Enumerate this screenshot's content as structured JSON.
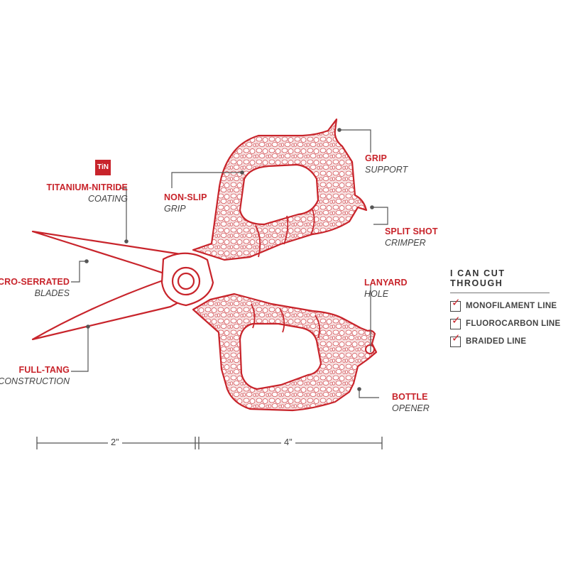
{
  "labels": {
    "tin_badge": "TiN",
    "titanium": {
      "main": "TITANIUM-NITRIDE",
      "sub": "COATING"
    },
    "micro_serrated": {
      "main": "MICRO-SERRATED",
      "sub": "BLADES"
    },
    "full_tang": {
      "main": "FULL-TANG",
      "sub": "CONSTRUCTION"
    },
    "non_slip": {
      "main": "NON-SLIP",
      "sub": "GRIP"
    },
    "grip_support": {
      "main": "GRIP",
      "sub": "SUPPORT"
    },
    "split_shot": {
      "main": "SPLIT SHOT",
      "sub": "CRIMPER"
    },
    "lanyard": {
      "main": "LANYARD",
      "sub": "HOLE"
    },
    "bottle": {
      "main": "BOTTLE",
      "sub": "OPENER"
    }
  },
  "dimensions": {
    "blade_length": "2”",
    "handle_length": "4”"
  },
  "cut_panel": {
    "title": "I CAN CUT THROUGH",
    "check_symbol": "✓",
    "items": [
      "MONOFILAMENT LINE",
      "FLUOROCARBON LINE",
      "BRAIDED LINE"
    ]
  },
  "colors": {
    "accent_red": "#c8242b",
    "handle_fill": "#f4dada",
    "text_gray": "#444444",
    "line_gray": "#555555"
  }
}
